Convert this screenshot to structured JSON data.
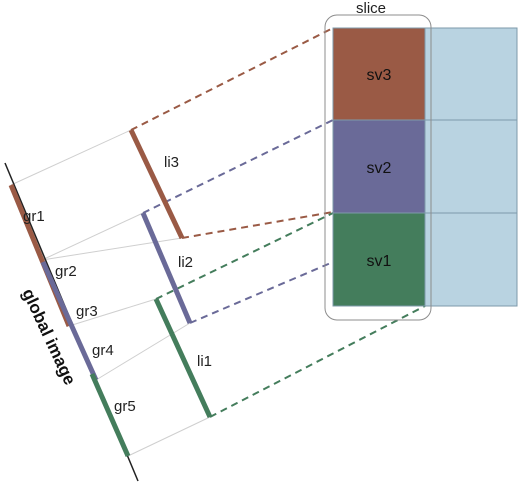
{
  "slice": {
    "title": "slice",
    "cells": [
      {
        "label": "sv3",
        "color": "#9a5a45"
      },
      {
        "label": "sv2",
        "color": "#6a6a98"
      },
      {
        "label": "sv1",
        "color": "#447d5c"
      }
    ],
    "side_color": "#b9d3e1",
    "grid_color": "#7d99aa"
  },
  "global_image": {
    "label": "global image",
    "segments": [
      {
        "label": "gr1",
        "color": "#9a5a45"
      },
      {
        "label": "gr2",
        "color": "#9a5a45"
      },
      {
        "label": "gr3",
        "color": "#6a6a98"
      },
      {
        "label": "gr4",
        "color": "#6a6a98"
      },
      {
        "label": "gr5",
        "color": "#447d5c"
      }
    ]
  },
  "local_images": [
    {
      "label": "li3",
      "color": "#9a5a45"
    },
    {
      "label": "li2",
      "color": "#6a6a98"
    },
    {
      "label": "li1",
      "color": "#447d5c"
    }
  ]
}
